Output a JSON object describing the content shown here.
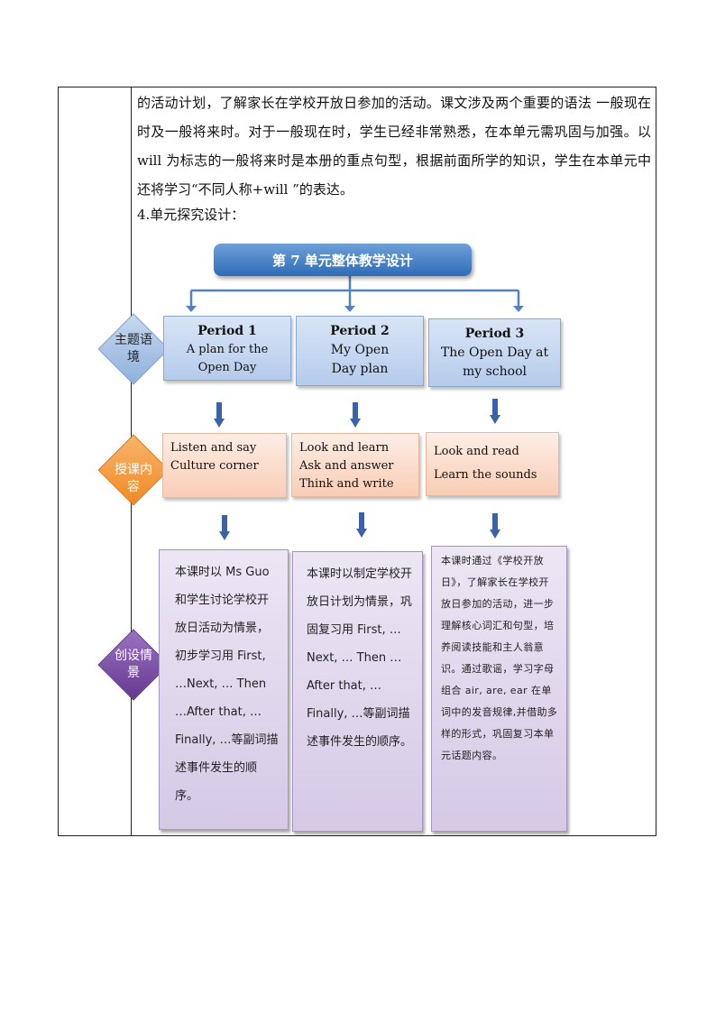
{
  "paragraph": "的活动计划，了解家长在学校开放日参加的活动。课文涉及两个重要的语法 一般现在时及一般将来时。对于一般现在时，学生已经非常熟悉，在本单元需巩固与加强。以 will 为标志的一般将来时是本册的重点句型，根据前面所学的知识，学生在本单元中还将学习“不同人称+will ”的表达。",
  "section_heading": "4.单元探究设计：",
  "diagram": {
    "title": "第 7 单元整体教学设计",
    "rows": {
      "theme": "主题语境",
      "content": "授课内容",
      "scenario": "创设情景"
    },
    "periods": [
      {
        "title": "Period 1",
        "subtitle": "A plan for the Open Day",
        "content": [
          "Listen and say",
          "Culture corner"
        ],
        "scenario": "本课时以 Ms Guo 和学生讨论学校开放日活动为情景，初步学习用 First, …Next, … Then …After that, …Finally, …等副词描述事件发生的顺序。"
      },
      {
        "title": "Period 2",
        "subtitle": "My Open Day plan",
        "content": [
          "Look and learn",
          "Ask and answer",
          "Think and write"
        ],
        "scenario": "本课时以制定学校开放日计划为情景，巩固复习用 First, …Next, … Then …After that, …Finally, …等副词描述事件发生的顺序。"
      },
      {
        "title": "Period 3",
        "subtitle": "The Open Day at my school",
        "content": [
          "Look and read",
          "Learn the sounds"
        ],
        "scenario": "本课时通过《学校开放日》，了解家长在学校开放日参加的活动，进一步理解核心词汇和句型，培养阅读技能和主人翁意识。通过歌谣，学习字母组合 air, are, ear 在单词中的发音规律,并借助多样的形式，巩固复习本单元话题内容。"
      }
    ]
  },
  "colors": {
    "title_blue": "#2e6cb8",
    "theme_diamond": "#a9c1e4",
    "content_diamond": "#f49a3c",
    "scenario_diamond": "#7a4fa4",
    "arrow_blue": "#3a62a8"
  }
}
